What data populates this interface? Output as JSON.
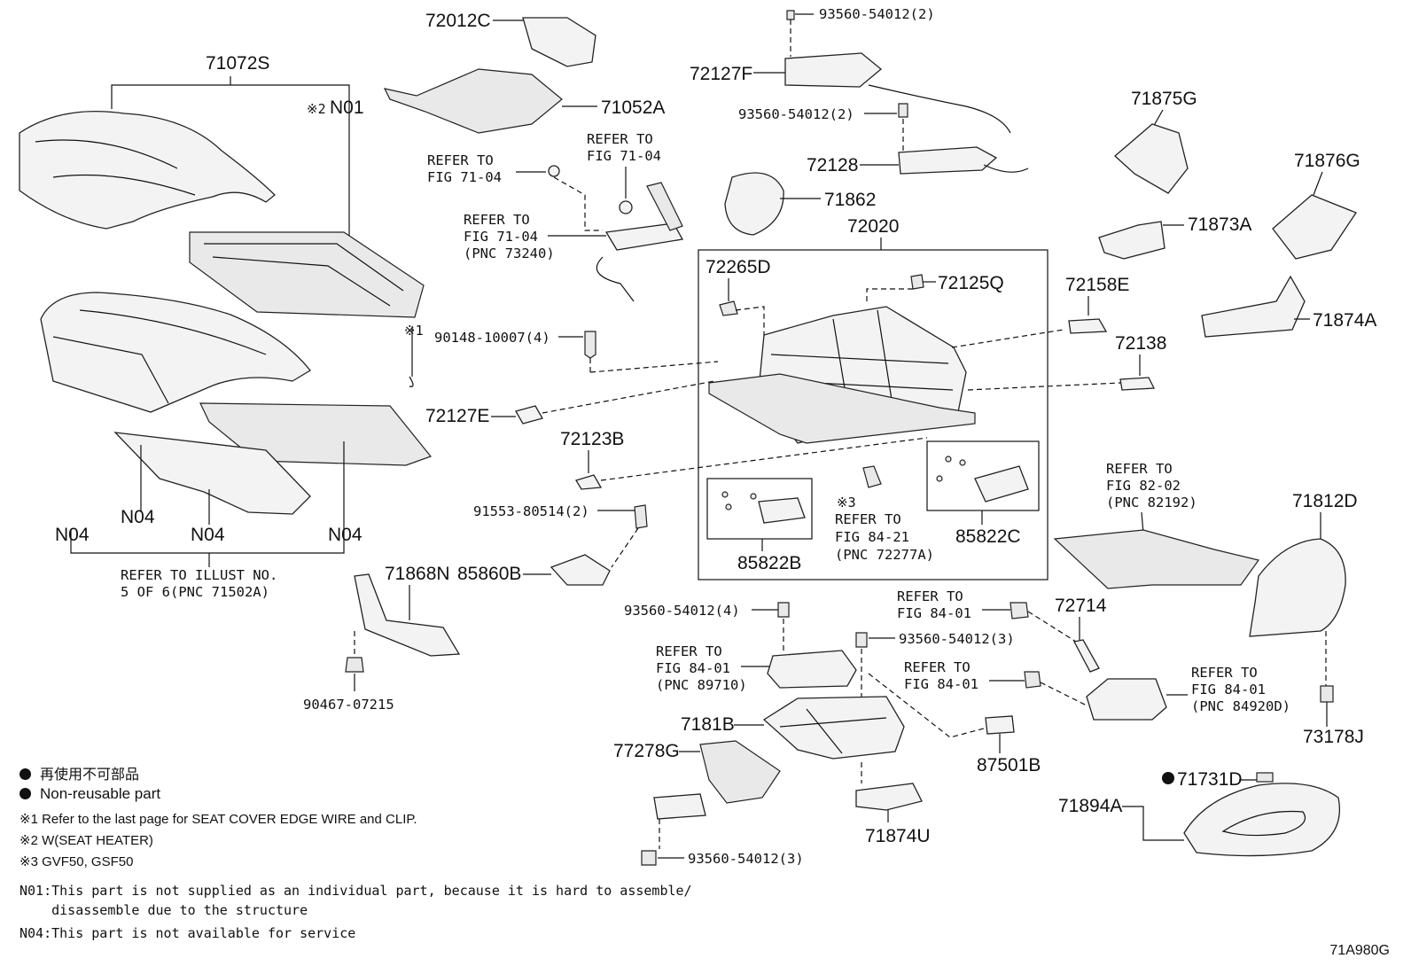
{
  "labels": {
    "p71072S": "71072S",
    "n01_mark": "※2",
    "n01": "N01",
    "p72012C": "72012C",
    "p71052A": "71052A",
    "ref1": [
      "REFER TO",
      "FIG 71-04"
    ],
    "ref2": [
      "REFER TO",
      "FIG 71-04"
    ],
    "ref3": [
      "REFER TO",
      "FIG 71-04",
      "(PNC 73240)"
    ],
    "p93560a": "93560-54012(2)",
    "p72127F": "72127F",
    "p93560b": "93560-54012(2)",
    "p72128": "72128",
    "p71862": "71862",
    "p72020": "72020",
    "p71875G": "71875G",
    "p71876G": "71876G",
    "p71873A": "71873A",
    "p71874A": "71874A",
    "p72158E": "72158E",
    "p72138": "72138",
    "p72265D": "72265D",
    "p72125Q": "72125Q",
    "mark1": "※1",
    "p90148": "90148-10007(4)",
    "p72127E": "72127E",
    "p72123B": "72123B",
    "p91553": "91553-80514(2)",
    "p85860B": "85860B",
    "p85822B": "85822B",
    "p85822C": "85822C",
    "ref4_mark": "※3",
    "ref4": [
      "REFER TO",
      "FIG 84-21",
      "(PNC 72277A)"
    ],
    "ref5": [
      "REFER TO",
      "FIG 82-02",
      "(PNC 82192)"
    ],
    "p71812D": "71812D",
    "n04a": "N04",
    "n04b": "N04",
    "n04c": "N04",
    "n04d": "N04",
    "refillust": [
      "REFER TO ILLUST NO.",
      "5 OF 6(PNC 71502A)"
    ],
    "p71868N": "71868N",
    "p90467": "90467-07215",
    "p93560c": "93560-54012(4)",
    "ref6": [
      "REFER TO",
      "FIG 84-01",
      "(PNC 89710)"
    ],
    "ref7": [
      "REFER TO",
      "FIG 84-01"
    ],
    "p72714": "72714",
    "p93560d": "93560-54012(3)",
    "ref8": [
      "REFER TO",
      "FIG 84-01"
    ],
    "ref9": [
      "REFER TO",
      "FIG 84-01",
      "(PNC 84920D)"
    ],
    "p73178J": "73178J",
    "p7181B": "7181B",
    "p87501B": "87501B",
    "p77278G": "77278G",
    "p71874U": "71874U",
    "p71731D": "71731D",
    "p71894A": "71894A",
    "p93560e": "93560-54012(3)"
  },
  "legend": {
    "non_reusable_jp": "再使用不可部品",
    "non_reusable_en": "Non-reusable part",
    "note1": "※1 Refer to the last page for SEAT COVER EDGE WIRE and CLIP.",
    "note2": "※2 W(SEAT HEATER)",
    "note3": "※3 GVF50, GSF50"
  },
  "notes": {
    "n01_line1": "N01:This part is not supplied as an individual part, because it is hard to assemble/",
    "n01_line2": "    disassemble due to the structure",
    "n04": "N04:This part is not available for service"
  },
  "figure_code": "71A980G"
}
